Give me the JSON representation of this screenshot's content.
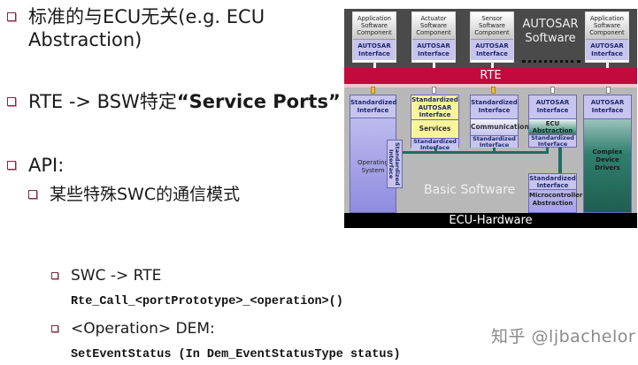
{
  "slide": {
    "bullets": [
      {
        "text_line1": "标准的与ECU无关(e.g. ECU",
        "text_line2": "Abstraction)"
      },
      {
        "prefix": "RTE -> BSW特定",
        "quote_open": "“",
        "bold": "Service Ports",
        "quote_close": "”"
      },
      {
        "text": "API:"
      }
    ],
    "sub_bullet": "某些特殊SWC的通信模式",
    "api_items": [
      {
        "label": "SWC -> RTE",
        "code": "Rte_Call_<portPrototype>_<operation>()"
      },
      {
        "label": "<Operation> DEM:",
        "code": "SetEventStatus (In Dem_EventStatusType status)"
      }
    ]
  },
  "diagram": {
    "components": [
      {
        "name": "Application Software Component",
        "interface": "AUTOSAR Interface"
      },
      {
        "name": "Actuator Software Component",
        "interface": "AUTOSAR Interface"
      },
      {
        "name": "Sensor Software Component",
        "interface": "AUTOSAR Interface"
      },
      {
        "name": "Application Software Component",
        "interface": "AUTOSAR Interface"
      }
    ],
    "autosar_software_label": "AUTOSAR Software",
    "rte_label": "RTE",
    "bsw": {
      "os_interface": "Standardized Interface",
      "os_label": "Operating System",
      "os_side_interface": "Standardized Interface",
      "services_top": "Standardized AUTOSAR Interface",
      "services_label": "Services",
      "services_bottom": "Standardized Interface",
      "comm_top": "Standardized Interface",
      "comm_label": "Communication",
      "comm_bottom": "Standardized Interface",
      "ecu_top": "AUTOSAR Interface",
      "ecu_label": "ECU Abstraction",
      "ecu_bottom": "Standardized Interface",
      "mcal_top": "Standardized Interface",
      "mcal_label": "Microcontroller Abstraction",
      "cdd_top": "AUTOSAR Interface",
      "cdd_label": "Complex Device Drivers",
      "basic_software_label": "Basic Software"
    },
    "hardware_label": "ECU-Hardware"
  },
  "watermark": "知乎 @ljbachelor",
  "colors": {
    "rte": "#c20a3c",
    "bullet": "#7a2a45",
    "interface": "#c7c4ee",
    "services": "#f8f49a",
    "teal": "#1f6e5e"
  }
}
